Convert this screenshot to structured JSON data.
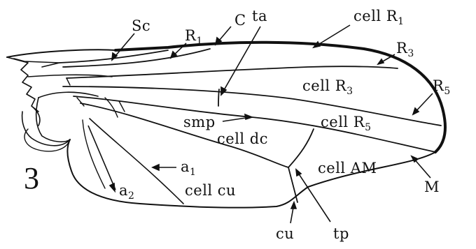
{
  "figure_number": "3",
  "labels": {
    "sc": {
      "base": "Sc",
      "sub": ""
    },
    "r1": {
      "base": "R",
      "sub": "1"
    },
    "c": {
      "base": "C",
      "sub": ""
    },
    "ta": {
      "base": "ta",
      "sub": ""
    },
    "cell_r1": {
      "base": "cell R",
      "sub": "1"
    },
    "r3": {
      "base": "R",
      "sub": "3"
    },
    "cell_r3": {
      "base": "cell R",
      "sub": "3"
    },
    "r5": {
      "base": "R",
      "sub": "5"
    },
    "smp": {
      "base": "smp",
      "sub": ""
    },
    "cell_r5": {
      "base": "cell R",
      "sub": "5"
    },
    "cell_dc": {
      "base": "cell dc",
      "sub": ""
    },
    "cell_am": {
      "base": "cell AM",
      "sub": ""
    },
    "a1": {
      "base": "a",
      "sub": "1"
    },
    "a2": {
      "base": "a",
      "sub": "2"
    },
    "cell_cu": {
      "base": "cell cu",
      "sub": ""
    },
    "m": {
      "base": "M",
      "sub": ""
    },
    "cu": {
      "base": "cu",
      "sub": ""
    },
    "tp": {
      "base": "tp",
      "sub": ""
    }
  },
  "colors": {
    "ink": "#111111",
    "paper": "#ffffff"
  }
}
